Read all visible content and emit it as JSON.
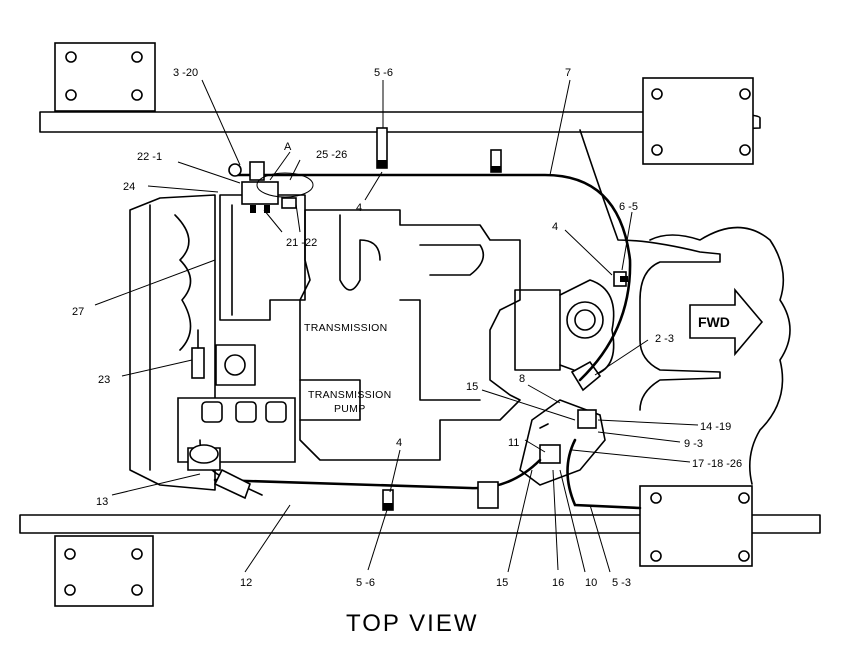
{
  "title": "TOP VIEW",
  "direction_arrow": "FWD",
  "component_labels": {
    "transmission": "TRANSMISSION",
    "pump_line1": "TRANSMISSION",
    "pump_line2": "PUMP"
  },
  "detail_marker": "A",
  "callouts": {
    "c1": "3 -20",
    "c2": "5 -6",
    "c3": "7",
    "c4": "A",
    "c5": "25 -26",
    "c6": "22 -1",
    "c7": "24",
    "c8": "4",
    "c9": "21 -22",
    "c10": "4",
    "c11": "6 -5",
    "c12": "27",
    "c13": "2 -3",
    "c14": "23",
    "c15": "8",
    "c16": "15",
    "c17": "14 -19",
    "c18": "9 -3",
    "c19": "11",
    "c20": "4",
    "c21": "17 -18 -26",
    "c22": "13",
    "c23": "12",
    "c24": "5 -6",
    "c25": "15",
    "c26": "16",
    "c27": "10",
    "c28": "5 -3"
  }
}
